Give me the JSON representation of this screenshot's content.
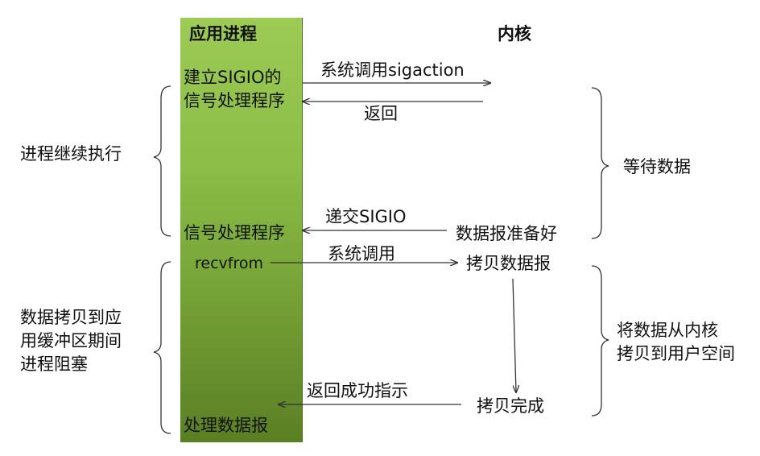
{
  "headers": {
    "app_process": "应用进程",
    "kernel": "内核"
  },
  "process_steps": {
    "install_handler_line1": "建立SIGIO的",
    "install_handler_line2": "信号处理程序",
    "signal_handler": "信号处理程序",
    "recvfrom": "recvfrom",
    "process_datagram": "处理数据报"
  },
  "arrows": {
    "sigaction_call": "系统调用sigaction",
    "return": "返回",
    "deliver_sigio": "递交SIGIO",
    "syscall": "系统调用",
    "return_success": "返回成功指示"
  },
  "kernel_states": {
    "datagram_ready": "数据报准备好",
    "copy_datagram": "拷贝数据报",
    "copy_complete": "拷贝完成"
  },
  "braces": {
    "left_top": "进程继续执行",
    "left_bottom_line1": "数据拷贝到应",
    "left_bottom_line2": "用缓冲区期间",
    "left_bottom_line3": "进程阻塞",
    "right_top": "等待数据",
    "right_bottom_line1": "将数据从内核",
    "right_bottom_line2": "拷贝到用户空间"
  },
  "colors": {
    "process_bar": "#8bbd47",
    "line": "#333333"
  }
}
